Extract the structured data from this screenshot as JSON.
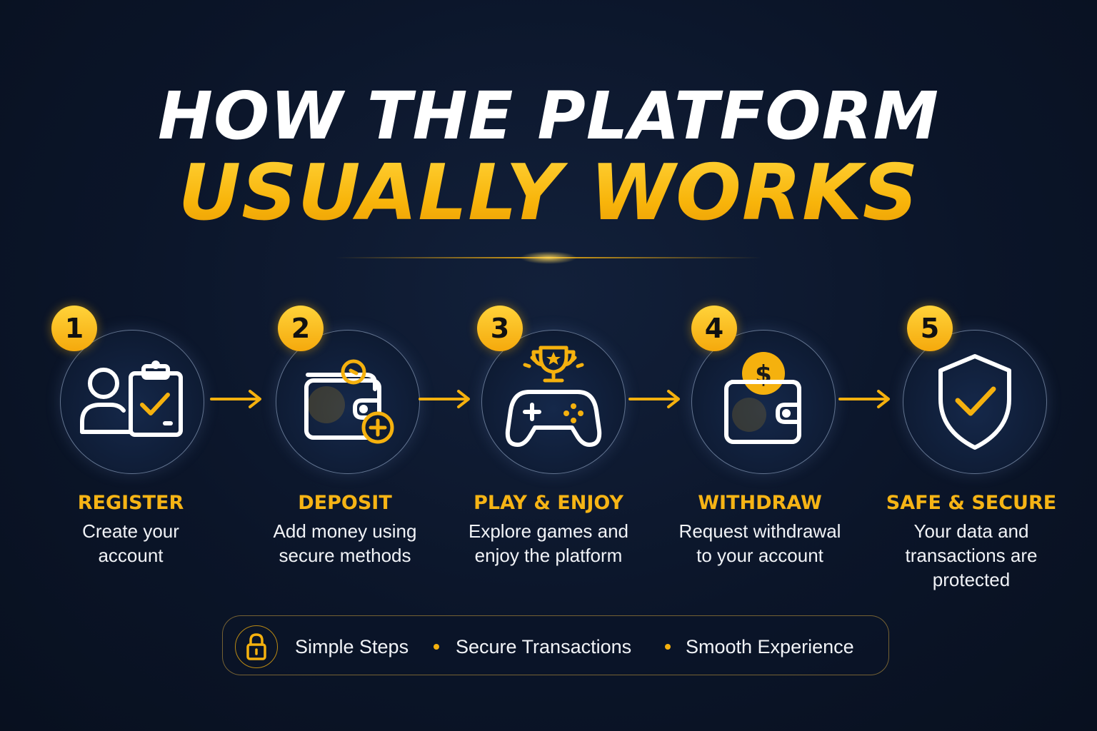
{
  "header": {
    "title_line1": "HOW THE PLATFORM",
    "title_line2": "USUALLY WORKS"
  },
  "steps": [
    {
      "number": "1",
      "title": "REGISTER",
      "desc_line1": "Create your",
      "desc_line2": "account",
      "desc_line3": "",
      "icon": "user-clipboard-check-icon"
    },
    {
      "number": "2",
      "title": "DEPOSIT",
      "desc_line1": "Add money using",
      "desc_line2": "secure methods",
      "desc_line3": "",
      "icon": "wallet-plus-icon"
    },
    {
      "number": "3",
      "title": "PLAY & ENJOY",
      "desc_line1": "Explore games and",
      "desc_line2": "enjoy the platform",
      "desc_line3": "",
      "icon": "gamepad-trophy-icon"
    },
    {
      "number": "4",
      "title": "WITHDRAW",
      "desc_line1": "Request withdrawal",
      "desc_line2": "to your account",
      "desc_line3": "",
      "icon": "wallet-coin-icon"
    },
    {
      "number": "5",
      "title": "SAFE & SECURE",
      "desc_line1": "Your data and",
      "desc_line2": "transactions are",
      "desc_line3": "protected",
      "icon": "shield-check-icon"
    }
  ],
  "footer": {
    "icon": "lock-icon",
    "items": [
      "Simple Steps",
      "Secure Transactions",
      "Smooth Experience"
    ]
  },
  "colors": {
    "background": "#0b1529",
    "accent": "#f5b10e",
    "text": "#ffffff"
  }
}
